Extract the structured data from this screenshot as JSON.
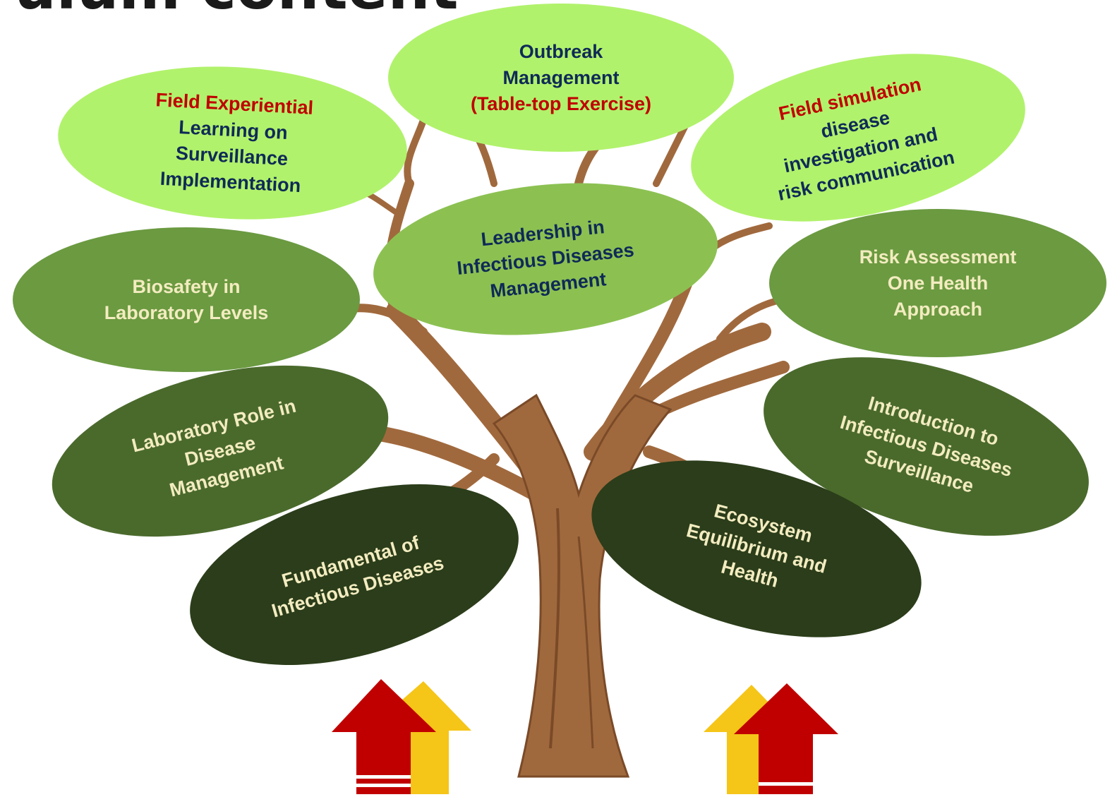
{
  "page": {
    "title_fragment": "ulum content"
  },
  "colors": {
    "light_green": "#b1f26c",
    "mid_light_green": "#8cc152",
    "mid_green": "#6b9a41",
    "dark_green": "#4a6a2c",
    "darkest_green": "#2b3d1a",
    "trunk": "#a0693d",
    "trunk_dark": "#7a4a28",
    "navy_text": "#0f2a57",
    "red_text": "#c00000",
    "cream_text": "#f3ecc0",
    "arrow_red": "#c00000",
    "arrow_yellow": "#f5c518"
  },
  "leaves": {
    "outbreak": {
      "line1": "Outbreak",
      "line2": "Management",
      "line3": "(Table-top Exercise)"
    },
    "field_experiential": {
      "line1": "Field Experiential",
      "line2": "Learning on",
      "line3": "Surveillance",
      "line4": "Implementation"
    },
    "field_simulation": {
      "line1": "Field simulation",
      "line2": "disease",
      "line3": "investigation and",
      "line4": "risk communication"
    },
    "leadership": {
      "line1": "Leadership in",
      "line2": "Infectious Diseases",
      "line3": "Management"
    },
    "biosafety": {
      "line1": "Biosafety in",
      "line2": "Laboratory Levels"
    },
    "risk_assessment": {
      "line1": "Risk Assessment",
      "line2": "One Health",
      "line3": "Approach"
    },
    "laboratory_role": {
      "line1": "Laboratory Role in",
      "line2": "Disease",
      "line3": "Management"
    },
    "introduction": {
      "line1": "Introduction to",
      "line2": "Infectious Diseases",
      "line3": "Surveillance"
    },
    "fundamental": {
      "line1": "Fundamental of",
      "line2": "Infectious Diseases"
    },
    "ecosystem": {
      "line1": "Ecosystem",
      "line2": "Equilibrium and",
      "line3": "Health"
    }
  }
}
